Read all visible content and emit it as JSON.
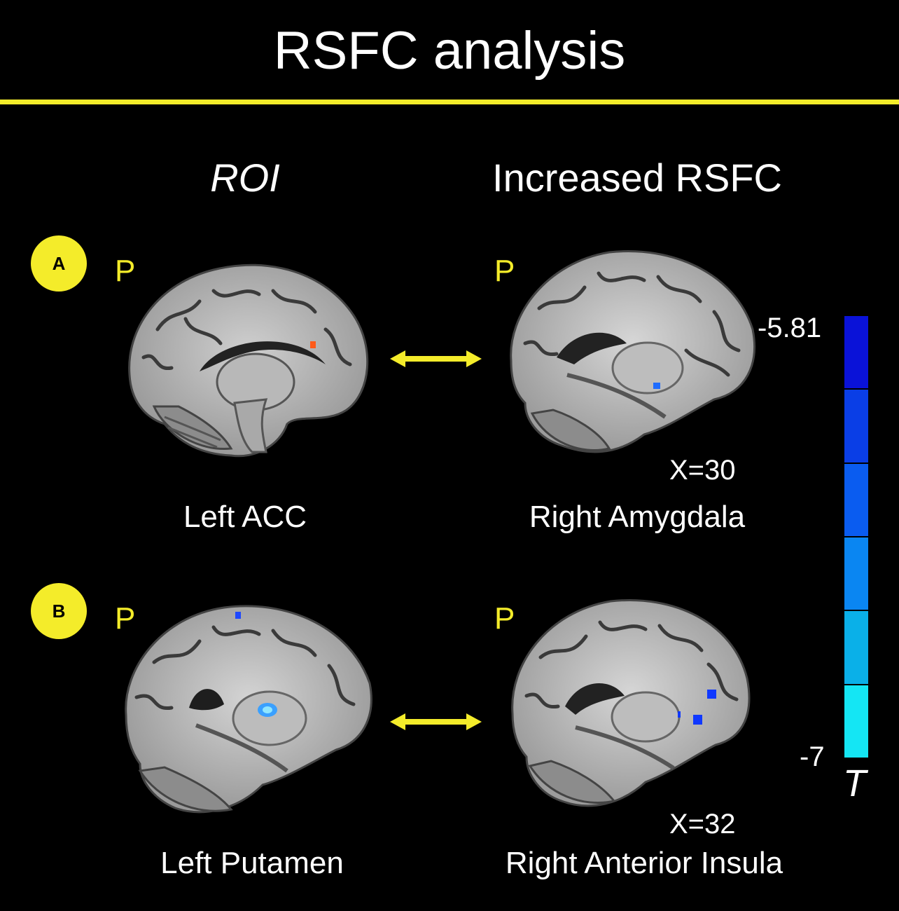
{
  "title": "RSFC analysis",
  "columns": {
    "roi": "ROI",
    "increased": "Increased RSFC"
  },
  "panels": [
    {
      "badge": "A",
      "left_orientation": "P",
      "right_orientation": "P",
      "roi_label": "Left ACC",
      "target_label": "Right Amygdala",
      "slice": "X=30"
    },
    {
      "badge": "B",
      "left_orientation": "P",
      "right_orientation": "P",
      "roi_label": "Left Putamen",
      "target_label": "Right Anterior Insula",
      "slice": "X=32"
    }
  ],
  "colorbar": {
    "max_label": "-5.81",
    "min_label": "-7",
    "stat_label": "T",
    "colors": [
      "#0a12d8",
      "#0a3ee6",
      "#0a5cf0",
      "#0a86f2",
      "#0ab0e8",
      "#14e6f4"
    ]
  },
  "colors": {
    "accent": "#f4ec2a",
    "background": "#000000"
  },
  "icons": {
    "connection": "double-arrow-icon"
  }
}
